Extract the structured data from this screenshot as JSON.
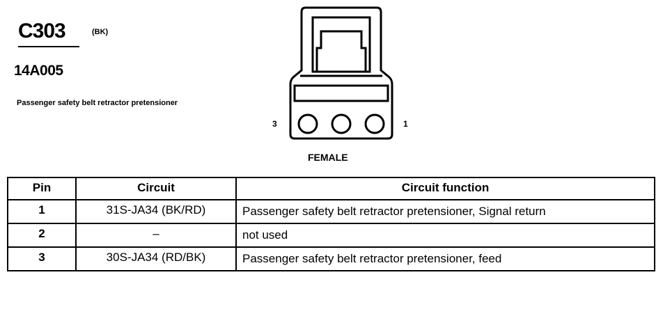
{
  "connector": {
    "id": "C303",
    "color": "(BK)",
    "part_number": "14A005",
    "description": "Passenger safety belt retractor pretensioner",
    "gender": "FEMALE",
    "pin_labels": {
      "left": "3",
      "right": "1"
    }
  },
  "table": {
    "headers": {
      "pin": "Pin",
      "circuit": "Circuit",
      "function": "Circuit function"
    },
    "rows": [
      {
        "pin": "1",
        "circuit": "31S-JA34 (BK/RD)",
        "function": "Passenger safety belt retractor pretensioner, Signal return"
      },
      {
        "pin": "2",
        "circuit": "–",
        "function": "not used"
      },
      {
        "pin": "3",
        "circuit": "30S-JA34 (RD/BK)",
        "function": "Passenger safety belt retractor pretensioner, feed"
      }
    ]
  }
}
